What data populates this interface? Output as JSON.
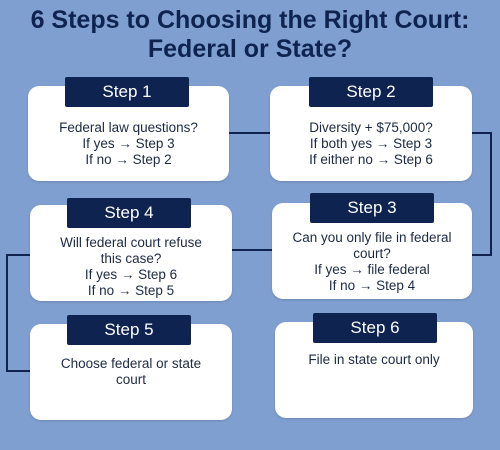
{
  "title": {
    "line1": "6 Steps to Choosing the Right Court:",
    "line2": "Federal or State?"
  },
  "steps": [
    {
      "label": "Step 1",
      "lines": [
        "Federal law questions?",
        "If yes → Step 3",
        "If no → Step 2"
      ]
    },
    {
      "label": "Step 2",
      "lines": [
        "Diversity + $75,000?",
        "If both yes → Step 3",
        "If either no → Step 6"
      ]
    },
    {
      "label": "Step 3",
      "lines": [
        "Can you only file in federal",
        "court?",
        "If yes → file federal",
        "If no → Step 4"
      ]
    },
    {
      "label": "Step 4",
      "lines": [
        "Will federal court refuse",
        "this case?",
        "If yes → Step 6",
        "If no → Step 5"
      ]
    },
    {
      "label": "Step 5",
      "lines": [
        "Choose federal or state",
        "court"
      ]
    },
    {
      "label": "Step 6",
      "lines": [
        "File in state court only"
      ]
    }
  ],
  "colors": {
    "background": "#7f9fd0",
    "navy": "#0f2350",
    "card": "#ffffff"
  }
}
